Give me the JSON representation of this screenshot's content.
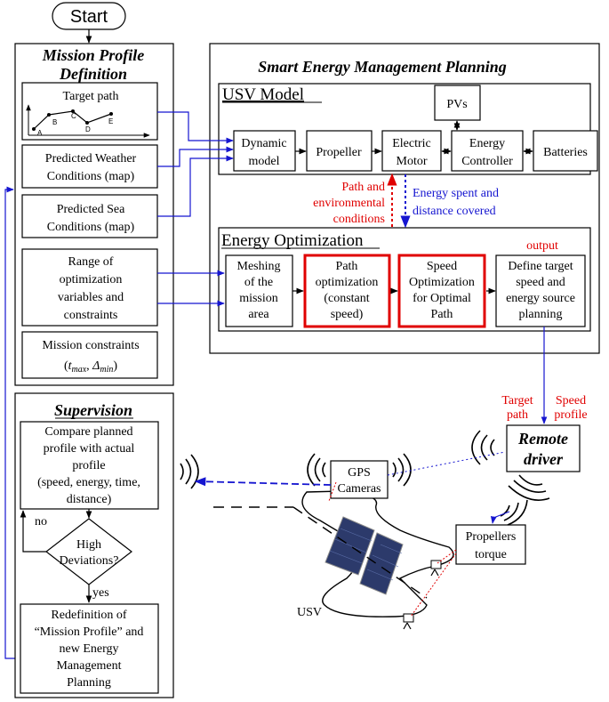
{
  "start": "Start",
  "mission_profile": {
    "title_line1": "Mission Profile",
    "title_line2": "Definition",
    "target_path": "Target path",
    "path_points": [
      "A",
      "B",
      "C",
      "D",
      "E"
    ],
    "weather_line1": "Predicted Weather",
    "weather_line2": "Conditions (map)",
    "sea_line1": "Predicted Sea",
    "sea_line2": "Conditions (map)",
    "range_line1": "Range of",
    "range_line2": "optimization",
    "range_line3": "variables and",
    "range_line4": "constraints",
    "constraints_line1": "Mission constraints",
    "constraints_open": "(",
    "t_max_t": "t",
    "t_max_sub": "max",
    "comma": ", ",
    "delta_min": "Δ",
    "delta_sub": "min",
    "constraints_close": ")"
  },
  "smart_energy": {
    "title": "Smart Energy Management Planning",
    "usv_model": {
      "title": "USV Model",
      "pvs": "PVs",
      "dynamic_line1": "Dynamic",
      "dynamic_line2": "model",
      "propeller": "Propeller",
      "motor_line1": "Electric",
      "motor_line2": "Motor",
      "controller_line1": "Energy",
      "controller_line2": "Controller",
      "batteries": "Batteries"
    },
    "path_env_line1": "Path and",
    "path_env_line2": "environmental",
    "path_env_line3": "conditions",
    "energy_spent_line1": "Energy spent and",
    "energy_spent_line2": "distance covered",
    "energy_opt": {
      "title": "Energy Optimization",
      "output": "output",
      "meshing_line1": "Meshing",
      "meshing_line2": "of the",
      "meshing_line3": "mission",
      "meshing_line4": "area",
      "path_opt_line1": "Path",
      "path_opt_line2": "optimization",
      "path_opt_line3": "(constant",
      "path_opt_line4": "speed)",
      "speed_opt_line1": "Speed",
      "speed_opt_line2": "Optimization",
      "speed_opt_line3": "for Optimal",
      "speed_opt_line4": "Path",
      "define_line1": "Define target",
      "define_line2": "speed and",
      "define_line3": "energy source",
      "define_line4": "planning"
    }
  },
  "target_path_label_line1": "Target",
  "target_path_label_line2": "path",
  "speed_profile_line1": "Speed",
  "speed_profile_line2": "profile",
  "remote_driver_line1": "Remote",
  "remote_driver_line2": "driver",
  "supervision": {
    "title": "Supervision",
    "compare_line1": "Compare planned",
    "compare_line2": "profile with actual",
    "compare_line3": "profile",
    "compare_line4": "(speed, energy, time,",
    "compare_line5": "distance)",
    "decision_line1": "High",
    "decision_line2": "Deviations?",
    "no": "no",
    "yes": "yes",
    "redef_line1": "Redefinition of",
    "redef_line2": "“Mission Profile” and",
    "redef_line3": "new Energy",
    "redef_line4": "Management",
    "redef_line5": "Planning"
  },
  "gps_line1": "GPS",
  "gps_line2": "Cameras",
  "propellers_line1": "Propellers",
  "propellers_line2": "torque",
  "usv_label": "USV",
  "colors": {
    "red": "#e00000",
    "blue": "#1515d0",
    "panel": "#2c3a6b"
  }
}
